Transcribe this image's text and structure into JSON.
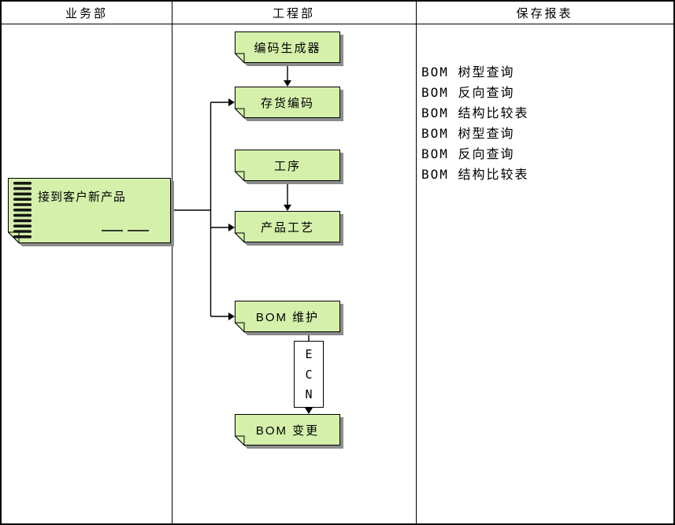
{
  "header": {
    "columns": [
      {
        "label": "业务部"
      },
      {
        "label": "工程部"
      },
      {
        "label": "保存报表"
      }
    ]
  },
  "nodes": {
    "receive_product": {
      "label": "接到客户新产品"
    },
    "code_generator": {
      "label": "编码生成器"
    },
    "inventory_code": {
      "label": "存货编码"
    },
    "process": {
      "label": "工序"
    },
    "product_craft": {
      "label": "产品工艺"
    },
    "bom_maintain": {
      "label": "BOM 维护"
    },
    "ecn": {
      "letters": [
        "E",
        "C",
        "N"
      ]
    },
    "bom_change": {
      "label": "BOM 变更"
    }
  },
  "report_list": [
    "BOM 树型查询",
    "BOM 反向查询",
    "BOM 结构比较表",
    "BOM 树型查询",
    "BOM 反向查询",
    "BOM 结构比较表"
  ],
  "colors": {
    "node_fill": "#d5f0ab",
    "node_border": "#000000",
    "node_shadow": "#8c8c8c",
    "line_color": "#000000",
    "page_bg": "#ffffff"
  }
}
